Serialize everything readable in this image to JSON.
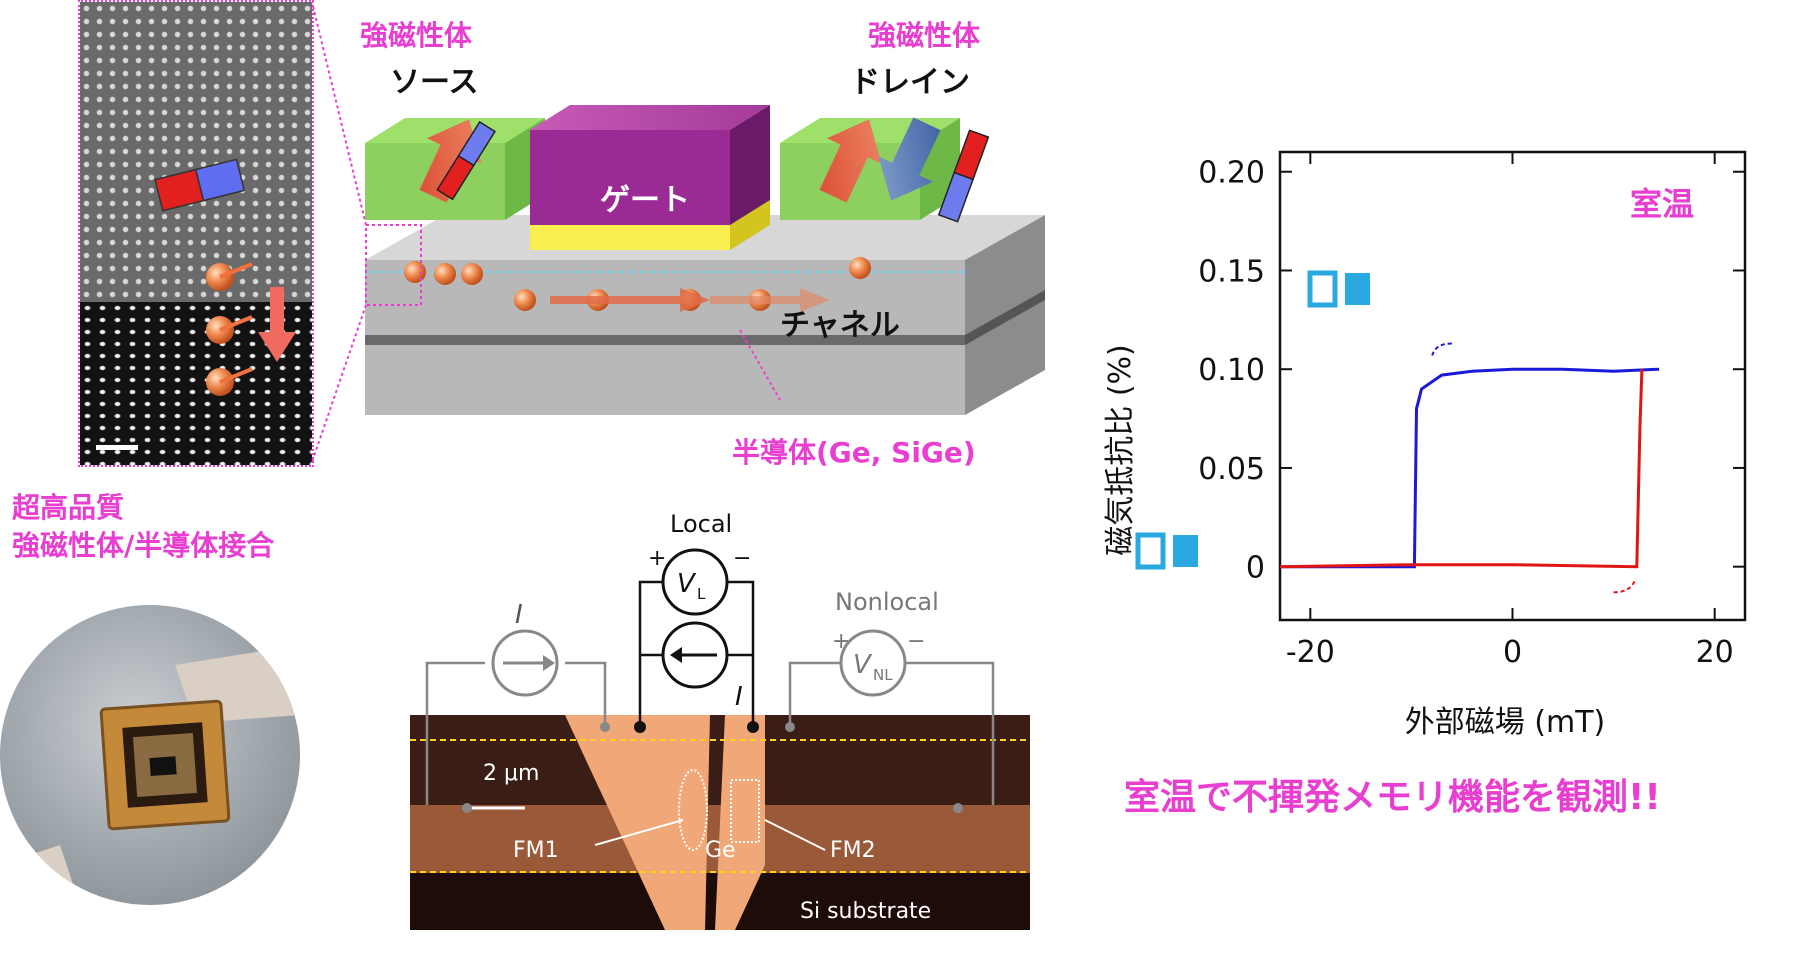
{
  "device": {
    "source_top": "強磁性体",
    "source_bottom": "ソース",
    "drain_top": "強磁性体",
    "drain_bottom": "ドレイン",
    "gate": "ゲート",
    "channel": "チャネル",
    "semiconductor": "半導体(Ge, SiGe)"
  },
  "tem": {
    "caption_line1": "超高品質",
    "caption_line2": "強磁性体/半導体接合"
  },
  "circuit": {
    "local": "Local",
    "nonlocal": "Nonlocal",
    "current_label": "I",
    "current_label_2": "I",
    "vl_main": "V",
    "vl_sub": "L",
    "vnl_main": "V",
    "vnl_sub": "NL",
    "plus": "+",
    "minus": "−",
    "scale": "2 μm",
    "fm1": "FM1",
    "fm2": "FM2",
    "ge": "Ge",
    "substrate": "Si substrate"
  },
  "chart_data": {
    "type": "line",
    "xlabel": "外部磁場 (mT)",
    "ylabel": "磁気抵抗比 (%)",
    "xlim": [
      -23,
      23
    ],
    "ylim": [
      -0.027,
      0.21
    ],
    "xticks": [
      "-20",
      "0",
      "20"
    ],
    "yticks": [
      "0",
      "0.05",
      "0.10",
      "0.15",
      "0.20"
    ],
    "annotation": "室温",
    "series": [
      {
        "color": "#1a1ad8",
        "x": [
          -23,
          -9.7,
          -9.5,
          -9.0,
          -7,
          -4,
          0,
          5,
          10,
          14.5
        ],
        "y": [
          0,
          0,
          0.08,
          0.09,
          0.097,
          0.099,
          0.1,
          0.1,
          0.099,
          0.1
        ]
      },
      {
        "color": "#e01616",
        "x": [
          -23,
          -10,
          0,
          12.3,
          12.6,
          12.8
        ],
        "y": [
          0,
          0.001,
          0.001,
          0,
          0.07,
          0.1
        ]
      }
    ]
  },
  "conclusion": "室温で不揮発メモリ機能を観測!!"
}
